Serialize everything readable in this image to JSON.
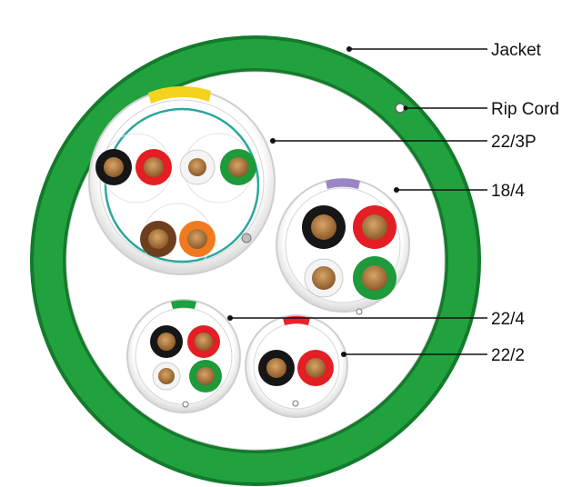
{
  "labels": {
    "jacket": "Jacket",
    "rip_cord": "Rip Cord",
    "c22_3p": "22/3P",
    "c18_4": "18/4",
    "c22_4": "22/4",
    "c22_2": "22/2"
  },
  "colors": {
    "jacket": "#1f9a3c",
    "jacket_dark": "#147a2c",
    "cable_sheath": "#eeeeee",
    "shield": "#2aa89a",
    "copper": "#b07a3c",
    "tag_yellow": "#f5d21e",
    "tag_purple": "#9b86c4",
    "tag_green": "#1ea03c",
    "tag_red": "#e8242a",
    "wire_black": "#161616",
    "wire_red": "#e31e24",
    "wire_white": "#f4f4f4",
    "wire_green": "#1e9a3a",
    "wire_brown": "#6e3e1e",
    "wire_orange": "#f07a1e"
  }
}
